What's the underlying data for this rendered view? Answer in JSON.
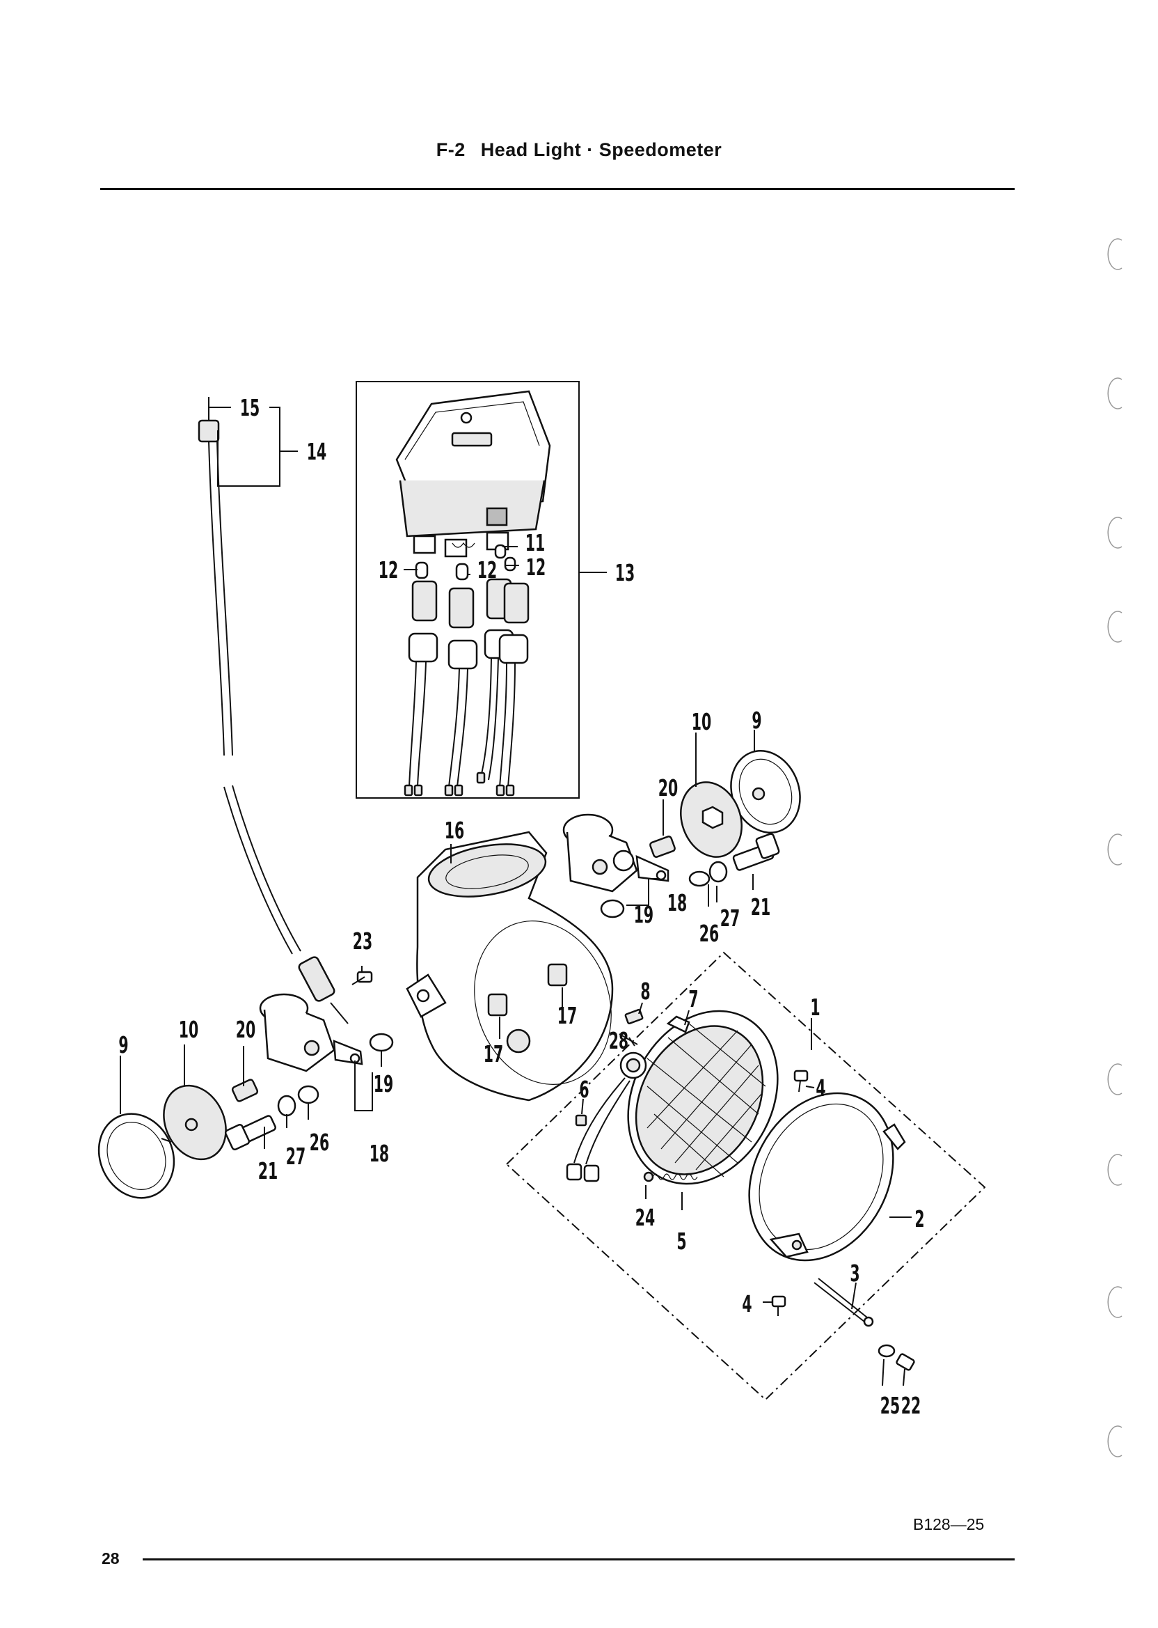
{
  "page": {
    "section_code": "F-2",
    "title": "Head Light · Speedometer",
    "figure_code": "B128—25",
    "page_number": "28"
  },
  "parts": [
    {
      "id": "p1",
      "number": "1"
    },
    {
      "id": "p2",
      "number": "2"
    },
    {
      "id": "p3",
      "number": "3"
    },
    {
      "id": "p4a",
      "number": "4"
    },
    {
      "id": "p4b",
      "number": "4"
    },
    {
      "id": "p5",
      "number": "5"
    },
    {
      "id": "p6",
      "number": "6"
    },
    {
      "id": "p7",
      "number": "7"
    },
    {
      "id": "p8",
      "number": "8"
    },
    {
      "id": "p9a",
      "number": "9"
    },
    {
      "id": "p9b",
      "number": "9"
    },
    {
      "id": "p10a",
      "number": "10"
    },
    {
      "id": "p10b",
      "number": "10"
    },
    {
      "id": "p11",
      "number": "11"
    },
    {
      "id": "p12a",
      "number": "12"
    },
    {
      "id": "p12b",
      "number": "12"
    },
    {
      "id": "p12c",
      "number": "12"
    },
    {
      "id": "p13",
      "number": "13"
    },
    {
      "id": "p14",
      "number": "14"
    },
    {
      "id": "p15",
      "number": "15"
    },
    {
      "id": "p16",
      "number": "16"
    },
    {
      "id": "p17a",
      "number": "17"
    },
    {
      "id": "p17b",
      "number": "17"
    },
    {
      "id": "p18a",
      "number": "18"
    },
    {
      "id": "p18b",
      "number": "18"
    },
    {
      "id": "p19a",
      "number": "19"
    },
    {
      "id": "p19b",
      "number": "19"
    },
    {
      "id": "p20a",
      "number": "20"
    },
    {
      "id": "p20b",
      "number": "20"
    },
    {
      "id": "p21a",
      "number": "21"
    },
    {
      "id": "p21b",
      "number": "21"
    },
    {
      "id": "p22",
      "number": "22"
    },
    {
      "id": "p23",
      "number": "23"
    },
    {
      "id": "p24",
      "number": "24"
    },
    {
      "id": "p25",
      "number": "25"
    },
    {
      "id": "p26a",
      "number": "26"
    },
    {
      "id": "p26b",
      "number": "26"
    },
    {
      "id": "p27a",
      "number": "27"
    },
    {
      "id": "p27b",
      "number": "27"
    },
    {
      "id": "p28",
      "number": "28"
    }
  ]
}
